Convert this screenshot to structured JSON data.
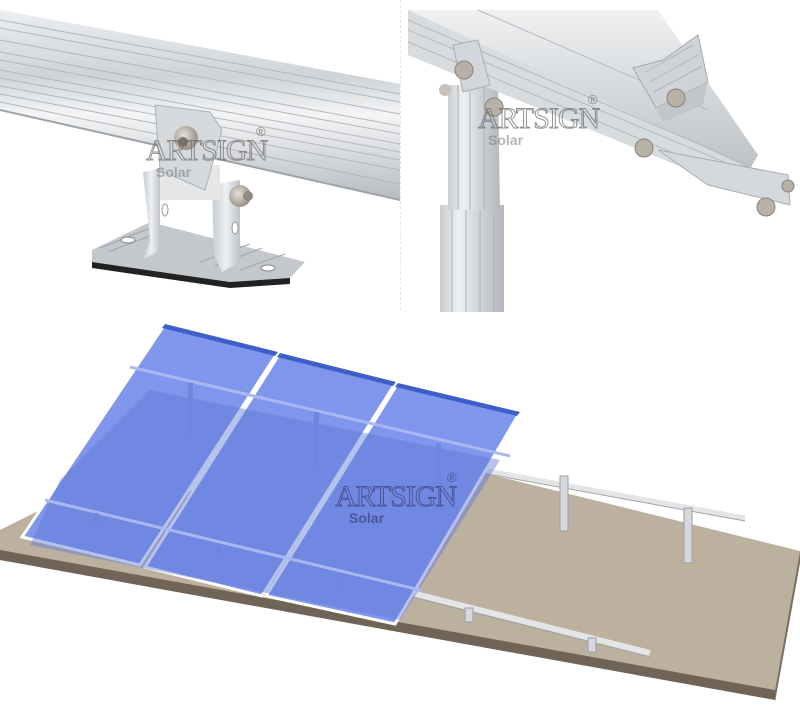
{
  "composite": {
    "title": "Solar panel mounting system illustrations",
    "images": [
      {
        "id": "tl",
        "description": "Rail attached to L-foot base mount with bolts"
      },
      {
        "id": "tr",
        "description": "Rail on adjustable leg with end clamp and bolts"
      },
      {
        "id": "bottom",
        "description": "Three tilted solar panels on rails over concrete slab"
      }
    ]
  },
  "watermark": {
    "brand": "ARTSIGN",
    "registered": "®",
    "sub": "Solar"
  },
  "colors": {
    "background": "#ffffff",
    "panel_glass": "#7f96ec",
    "panel_glass_dark": "#5f77d6",
    "panel_frame": "#3e5fc9",
    "aluminum": "#d9dcdf",
    "aluminum_dark": "#a9adb2",
    "aluminum_light": "#f1f2f3",
    "concrete": "#b9ad9c",
    "concrete_edge": "#6f6455",
    "bolt": "#a79f95",
    "gasket": "#222222"
  }
}
